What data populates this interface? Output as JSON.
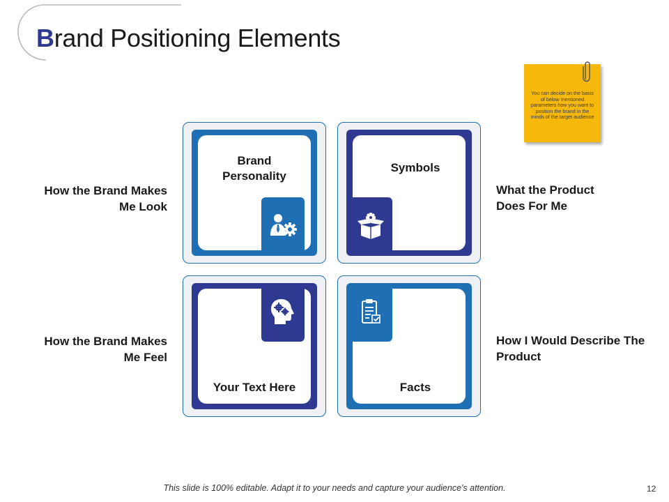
{
  "title": {
    "first_letter": "B",
    "rest": "rand Positioning Elements"
  },
  "note": {
    "text": "You can decide on the basis of below mentioned parameters how you want to position the brand in the minds of the target audience"
  },
  "tiles": [
    {
      "label": "Brand Personality",
      "icon": "businessman-gear-icon"
    },
    {
      "label": "Symbols",
      "icon": "box-gear-icon"
    },
    {
      "label": "Your Text Here",
      "icon": "head-gears-icon"
    },
    {
      "label": "Facts",
      "icon": "clipboard-check-icon"
    }
  ],
  "side_labels": {
    "top_left": "How the Brand Makes Me Look",
    "top_right": "What the Product Does For Me",
    "bottom_left": "How the Brand Makes Me Feel",
    "bottom_right": "How I Would Describe The Product"
  },
  "footer": "This slide is 100% editable. Adapt it to your needs and capture your audience's attention.",
  "page_number": "12",
  "colors": {
    "navy": "#2e3a92",
    "blue": "#1f6fb5",
    "note": "#f5b80b",
    "tile_bg": "#eef0f4"
  }
}
